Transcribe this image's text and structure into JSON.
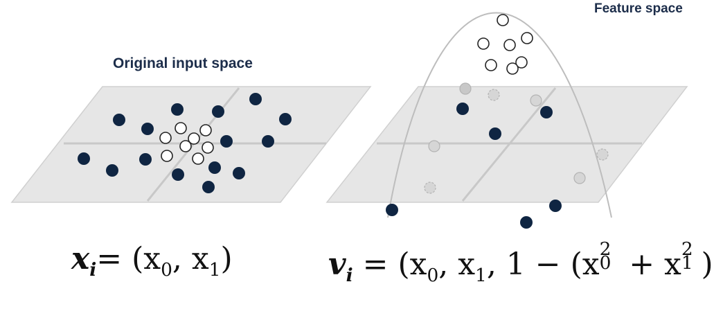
{
  "labels": {
    "input_space": "Original input space",
    "feature_space": "Feature space"
  },
  "formula_left": {
    "var": "x",
    "var_sub": "i",
    "rest": "= (x",
    "sub0": "0",
    "mid": ", x",
    "sub1": "1",
    "close": ")"
  },
  "formula_right": {
    "var": "v",
    "var_sub": "i",
    "part1": " = (x",
    "sub0": "0",
    "part2": ", x",
    "sub1": "1",
    "part3": ", 1 − (x",
    "sup_a": "2",
    "sub_a": "0",
    "part4": " + x",
    "sup_b": "2",
    "sub_b": "1",
    "part5": "))"
  },
  "colors": {
    "dark_point": "#0f2542",
    "plane_fill": "#e6e6e6",
    "plane_line": "#c4c4c4",
    "curve": "#bdbdbd",
    "label": "#1c2d4a"
  }
}
